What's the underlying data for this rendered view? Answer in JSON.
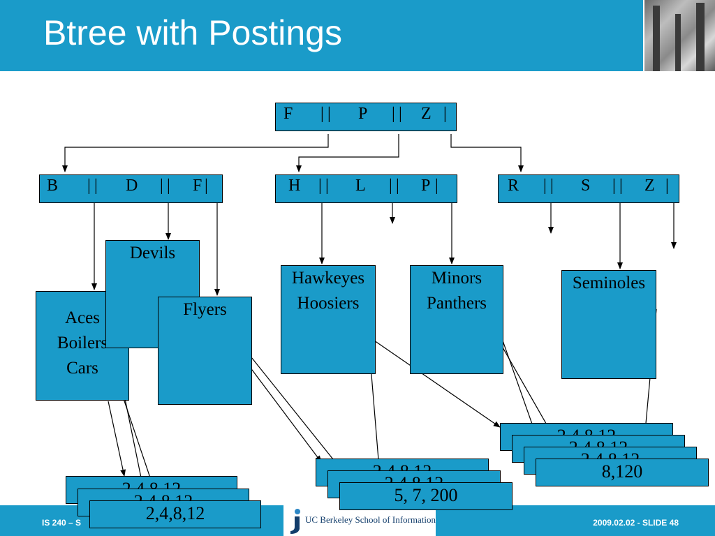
{
  "title": "Btree with Postings",
  "footer": {
    "left": "IS 240 – S",
    "logo": "UC Berkeley School of Information",
    "right": "2009.02.02 - SLIDE 48"
  },
  "root": {
    "keys": [
      "F",
      "P",
      "Z"
    ]
  },
  "internal_nodes": [
    {
      "keys": [
        "B",
        "D",
        "F"
      ]
    },
    {
      "keys": [
        "H",
        "L",
        "P"
      ]
    },
    {
      "keys": [
        "R",
        "S",
        "Z"
      ]
    }
  ],
  "separator": "|",
  "leaves": [
    {
      "lines": [
        "Aces",
        "Boilers",
        "Cars"
      ]
    },
    {
      "lines": [
        "Devils"
      ]
    },
    {
      "lines": [
        "Flyers"
      ]
    },
    {
      "lines": [
        "Hawkeyes",
        "Hoosiers"
      ]
    },
    {
      "lines": [
        "Minors",
        "Panthers"
      ]
    },
    {
      "lines": [
        "Seminoles"
      ]
    }
  ],
  "postings": {
    "group_a": [
      "2,4,8,12",
      "2,4,8,12",
      "2,4,8,12"
    ],
    "group_b": [
      "2,4,8,12",
      "2,4,8,12",
      "5, 7, 200"
    ],
    "group_c": [
      "2,4,8,12",
      "2,4,8,12",
      "2,4,8,12",
      "8,120"
    ]
  }
}
